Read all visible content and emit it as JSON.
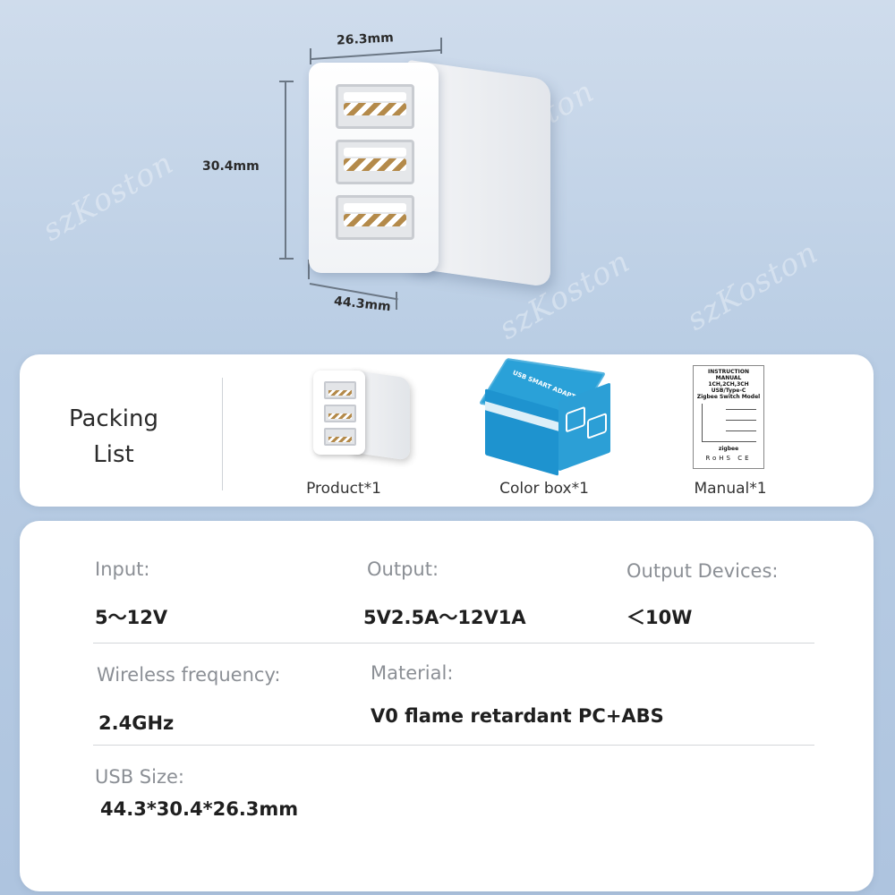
{
  "watermark_text": "szKoston",
  "dimensions": {
    "width": "26.3mm",
    "height": "30.4mm",
    "depth": "44.3mm"
  },
  "packing_list": {
    "title_line1": "Packing",
    "title_line2": "List",
    "items": [
      {
        "caption": "Product*1",
        "icon": "adapter-icon"
      },
      {
        "caption": "Color box*1",
        "icon": "box-icon",
        "box_label": "USB SMART ADAPTER"
      },
      {
        "caption": "Manual*1",
        "icon": "manual-icon"
      }
    ]
  },
  "manual": {
    "line1": "INSTRUCTION MANUAL",
    "line2": "1CH,2CH,3CH USB/Type-C",
    "line3": "Zigbee Switch Model",
    "brand": "zigbee",
    "marks": "RoHS CE"
  },
  "specs": {
    "input_label": "Input:",
    "input_value": "5～12V",
    "output_label": "Output:",
    "output_value": "5V2.5A～12V1A",
    "devices_label": "Output Devices:",
    "devices_value": "＜10W",
    "wireless_label": "Wireless frequency:",
    "wireless_value": "2.4GHz",
    "material_label": "Material:",
    "material_value": "V0 flame retardant PC+ABS",
    "usb_label": "USB Size:",
    "usb_value": "44.3*30.4*26.3mm"
  },
  "colors": {
    "background": "#b9cde4",
    "card": "#ffffff",
    "label": "#8b8f95",
    "value": "#1f1f1f",
    "box_blue": "#1e93cf"
  }
}
